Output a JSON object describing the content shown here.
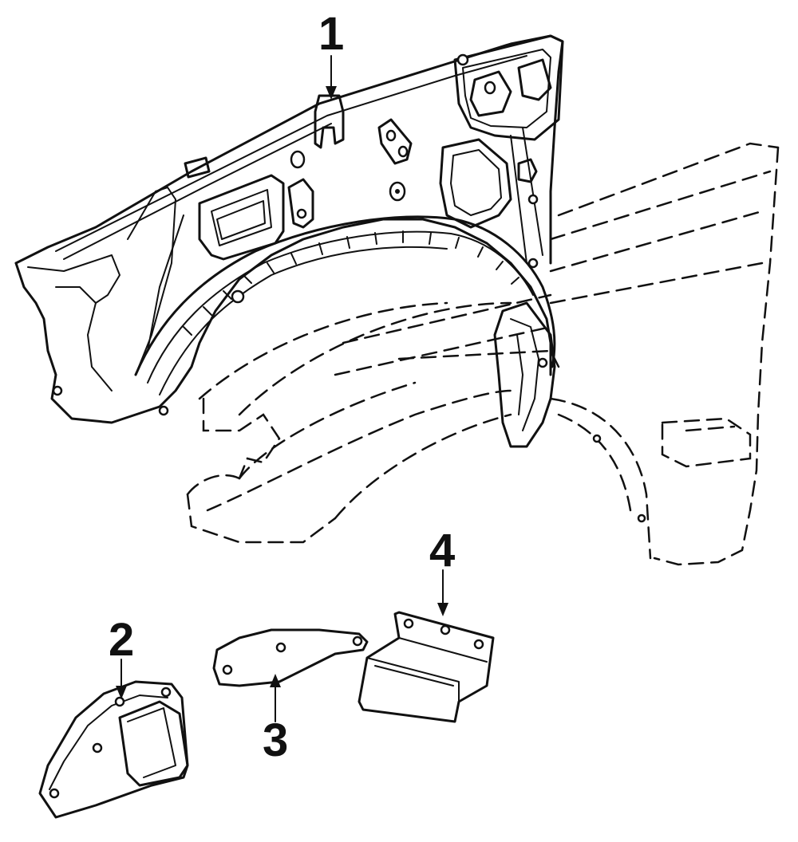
{
  "diagram": {
    "colors": {
      "line": "#111111",
      "background": "#ffffff"
    },
    "callouts": [
      {
        "id": "1",
        "label": "1"
      },
      {
        "id": "2",
        "label": "2"
      },
      {
        "id": "3",
        "label": "3"
      },
      {
        "id": "4",
        "label": "4"
      }
    ]
  }
}
